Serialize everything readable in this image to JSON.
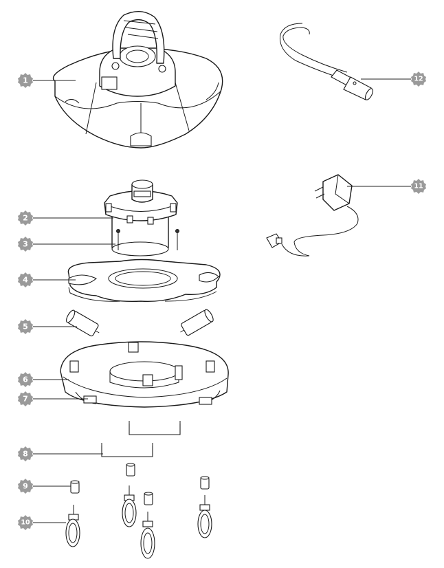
{
  "callouts": [
    {
      "number": "1"
    },
    {
      "number": "2"
    },
    {
      "number": "3"
    },
    {
      "number": "4"
    },
    {
      "number": "5"
    },
    {
      "number": "6"
    },
    {
      "number": "7"
    },
    {
      "number": "8"
    },
    {
      "number": "9"
    },
    {
      "number": "10"
    },
    {
      "number": "11"
    },
    {
      "number": "12"
    }
  ],
  "colors": {
    "badge": "#9a9a9a",
    "line": "#1a1a1a",
    "background": "#ffffff"
  }
}
